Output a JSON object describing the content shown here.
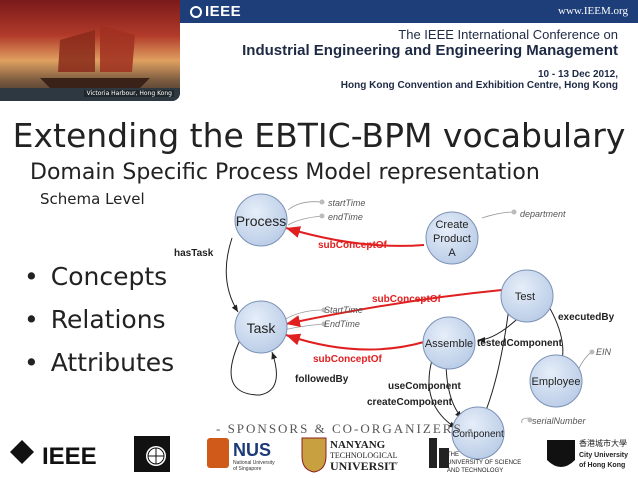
{
  "header": {
    "logo_text": "IEEE",
    "url": "www.IEEM.org",
    "photo_caption": "Victoria Harbour, Hong Kong",
    "conference_line1": "The IEEE International Conference on",
    "conference_line2": "Industrial Engineering and Engineering Management",
    "date": "10 - 13 Dec 2012,",
    "venue": "Hong Kong Convention and Exhibition Centre, Hong Kong"
  },
  "slide": {
    "title": "Extending the EBTIC-BPM vocabulary",
    "subtitle": "Domain Specific Process Model representation",
    "level": "Schema Level",
    "bullets": [
      "Concepts",
      "Relations",
      "Attributes"
    ]
  },
  "diagram": {
    "nodes": {
      "process": "Process",
      "task": "Task",
      "create_1": "Create",
      "create_2": "Product",
      "create_3": "A",
      "test": "Test",
      "assemble": "Assemble",
      "employee": "Employee",
      "component": "Component"
    },
    "edges": {
      "sub1": "subConceptOf",
      "sub2": "subConceptOf",
      "sub3": "subConceptOf",
      "hasTask": "hasTask",
      "followedBy": "followedBy",
      "testedComponent": "testedComponent",
      "executedBy": "executedBy",
      "useComponent": "useComponent",
      "createComponent": "createComponent"
    },
    "attributes": {
      "startTime1": "startTime",
      "endTime1": "endTime",
      "startTime2": "StartTime",
      "endTime2": "EndTime",
      "department": "department",
      "ein": "EIN",
      "serialNumber": "serialNumber"
    },
    "colors": {
      "node": "#c9d8ee",
      "node_border": "#7b91b5",
      "red_arrow": "#e02020"
    }
  },
  "footer": {
    "sponsors_label": "- SPONSORS & CO-ORGANIZERS -",
    "ieee": "IEEE",
    "nus": "NUS",
    "nus_sub1": "National University",
    "nus_sub2": "of Singapore",
    "ntu1": "NANYANG",
    "ntu2": "TECHNOLOGICAL",
    "ntu3": "UNIVERSITY",
    "hku1": "THE",
    "hku2": "UNIVERSITY OF SCIENCE",
    "hku3": "AND TECHNOLOGY",
    "cityu1": "香港城市大學",
    "cityu2": "City University",
    "cityu3": "of Hong Kong"
  }
}
